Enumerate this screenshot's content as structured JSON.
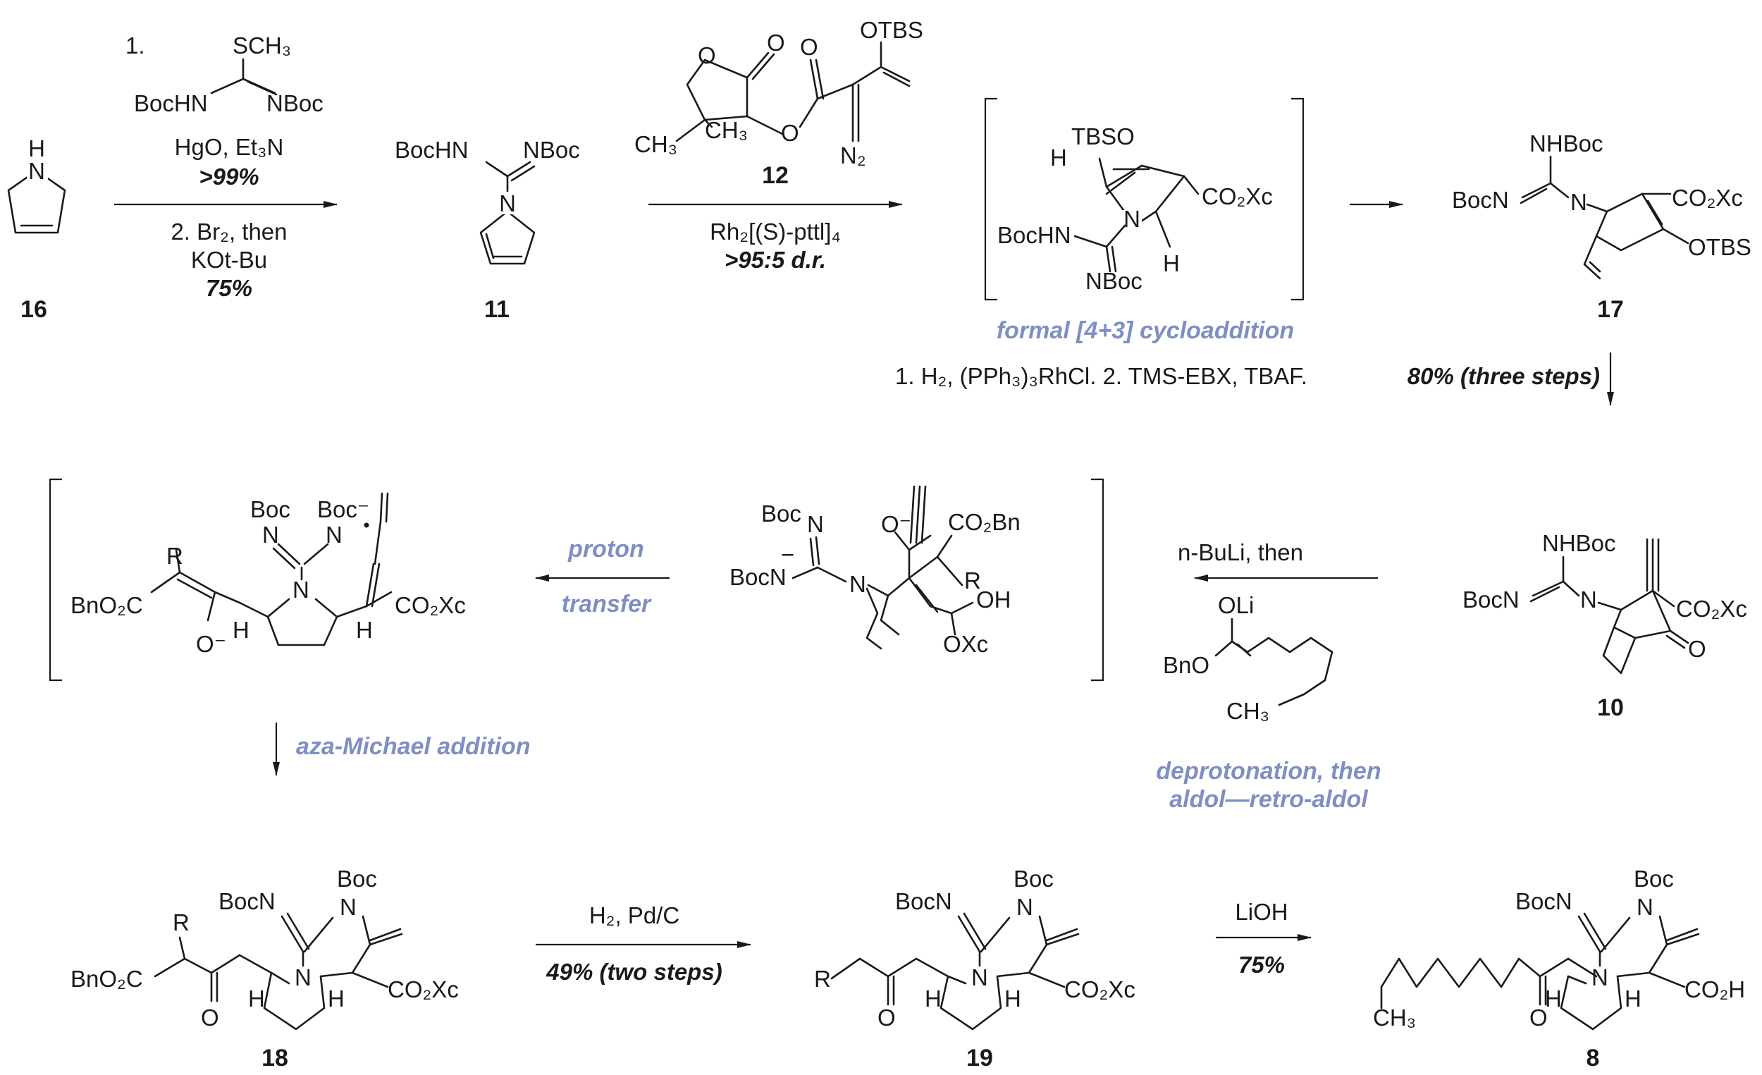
{
  "compounds": {
    "c16": {
      "number": "16",
      "nh": "H",
      "n": "N"
    },
    "c11": {
      "number": "11",
      "bochn": "BocHN",
      "nboc": "NBoc",
      "n": "N"
    },
    "c12": {
      "number": "12",
      "otbs": "OTBS",
      "ch3a": "CH₃",
      "ch3b": "CH₃",
      "n2": "N₂",
      "o": "O",
      "o2": "O",
      "o3": "O"
    },
    "int1": {
      "tbso": "TBSO",
      "h": "H",
      "co2xc": "CO₂Xᴄ",
      "bochn": "BocHN",
      "n": "N",
      "nboc": "NBoc",
      "h2": "H"
    },
    "c17": {
      "number": "17",
      "nhboc": "NHBoc",
      "bocn": "BocN",
      "n": "N",
      "co2xc": "CO₂Xᴄ",
      "otbs": "OTBS"
    },
    "c10": {
      "number": "10",
      "nhboc": "NHBoc",
      "bocn": "BocN",
      "n": "N",
      "co2xc": "CO₂Xᴄ",
      "o": "O"
    },
    "int2": {
      "boc": "Boc",
      "n": "N",
      "bocn": "BocN",
      "minus": "−",
      "n2": "N",
      "ominus": "O⁻",
      "co2bn": "CO₂Bn",
      "r": "R",
      "oh": "OH",
      "oxc": "OXᴄ"
    },
    "int3": {
      "boc1": "Boc",
      "boc2": "Boc⁻",
      "n1": "N",
      "n2": "N",
      "n3": "N",
      "r": "R",
      "bno2c": "BnO₂C",
      "ominus": "O⁻",
      "h1": "H",
      "h2": "H",
      "co2xc": "CO₂Xᴄ"
    },
    "c18": {
      "number": "18",
      "r": "R",
      "bocn": "BocN",
      "boc": "Boc",
      "n1": "N",
      "n2": "N",
      "bno2c": "BnO₂C",
      "o": "O",
      "h1": "H",
      "h2": "H",
      "co2xc": "CO₂Xᴄ"
    },
    "c19": {
      "number": "19",
      "r": "R",
      "bocn": "BocN",
      "boc": "Boc",
      "n1": "N",
      "n2": "N",
      "o": "O",
      "h1": "H",
      "h2": "H",
      "co2xc": "CO₂Xᴄ"
    },
    "c8": {
      "number": "8",
      "bocn": "BocN",
      "boc": "Boc",
      "n1": "N",
      "n2": "N",
      "ch3": "CH₃",
      "o": "O",
      "h1": "H",
      "h2": "H",
      "co2h": "CO₂H"
    },
    "enolate": {
      "oli": "OLi",
      "bno": "BnO",
      "ch3": "CH₃"
    }
  },
  "conditions": {
    "step1": {
      "n1": "1.",
      "sch3": "SCH₃",
      "bochn": "BocHN",
      "nboc": "NBoc",
      "reagent": "HgO, Et₃N",
      "yield1": ">99%",
      "line2": "2. Br₂, then",
      "base": "KOt-Bu",
      "yield2": "75%"
    },
    "step2": {
      "catalyst": "Rh₂[(S)-pttl]₄",
      "dr": ">95:5 d.r."
    },
    "step4": {
      "text": "1. H₂, (PPh₃)₃RhCl.  2. TMS-EBX, TBAF.",
      "yield": "80% (three steps)"
    },
    "step5": {
      "reagent": "n-BuLi, then"
    },
    "step6": {
      "reagent": "H₂, Pd/C",
      "yield": "49% (two steps)"
    },
    "step7": {
      "reagent": "LiOH",
      "yield": "75%"
    }
  },
  "notes": {
    "cyclo": "formal [4+3] cycloaddition",
    "proton1": "proton",
    "proton2": "transfer",
    "aza": "aza-Michael addition",
    "deprot1": "deprotonation, then",
    "deprot2": "aldol—retro-aldol"
  }
}
